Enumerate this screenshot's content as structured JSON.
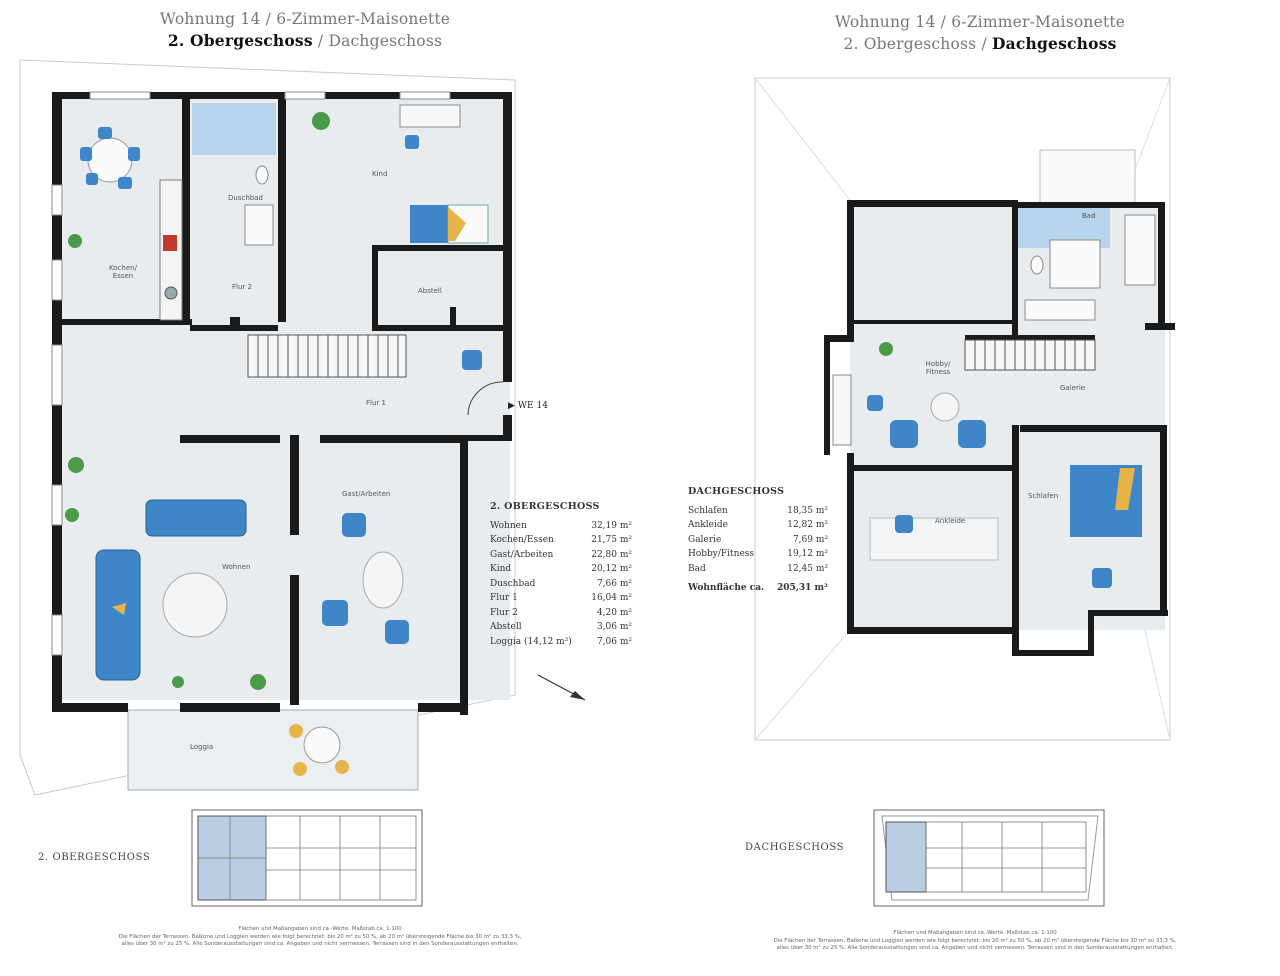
{
  "left": {
    "title_line1": "Wohnung 14 / 6-Zimmer-Maisonette",
    "title_line2_active": "2. Obergeschoss",
    "title_line2_sep": " / ",
    "title_line2_inactive": "Dachgeschoss",
    "rooms": {
      "kochen": "Kochen/ Essen",
      "duschbad": "Duschbad",
      "kind": "Kind",
      "flur2": "Flur 2",
      "abstell": "Abstell",
      "flur1": "Flur 1",
      "wohnen": "Wohnen",
      "gast": "Gast/Arbeiten",
      "loggia": "Loggia"
    },
    "entrance": "WE 14",
    "table": {
      "heading": "2. OBERGESCHOSS",
      "rows": [
        {
          "name": "Wohnen",
          "area": "32,19 m²"
        },
        {
          "name": "Kochen/Essen",
          "area": "21,75 m²"
        },
        {
          "name": "Gast/Arbeiten",
          "area": "22,80 m²"
        },
        {
          "name": "Kind",
          "area": "20,12 m²"
        },
        {
          "name": "Duschbad",
          "area": "7,66 m²"
        },
        {
          "name": "Flur 1",
          "area": "16,04 m²"
        },
        {
          "name": "Flur 2",
          "area": "4,20 m²"
        },
        {
          "name": "Abstell",
          "area": "3,06 m²"
        },
        {
          "name": "Loggia (14,12 m²)",
          "area": "7,06 m²"
        }
      ]
    },
    "keyplan_caption": "2. OBERGESCHOSS",
    "note_line1": "Flächen und Maßangaben sind ca.-Werte. Maßstab ca. 1:100",
    "note_line2": "Die Flächen der Terrassen, Balkone und Loggien werden wie folgt berechnet: bis 20 m² zu 50 %, ab 20 m² übersteigende Fläche bis 30 m² zu 33,3 %,",
    "note_line3": "alles über 30 m² zu 25 %. Alle Sonderausstattungen sind ca. Angaben und nicht vermessen. Terrassen sind in den Sonderausstattungen enthalten."
  },
  "right": {
    "title_line1": "Wohnung 14 / 6-Zimmer-Maisonette",
    "title_line2_inactive": "2. Obergeschoss",
    "title_line2_sep": " / ",
    "title_line2_active": "Dachgeschoss",
    "rooms": {
      "bad": "Bad",
      "hobby": "Hobby/ Fitness",
      "galerie": "Galerie",
      "ankleide": "Ankleide",
      "schlafen": "Schlafen"
    },
    "table": {
      "heading": "DACHGESCHOSS",
      "rows": [
        {
          "name": "Schlafen",
          "area": "18,35 m²"
        },
        {
          "name": "Ankleide",
          "area": "12,82 m²"
        },
        {
          "name": "Galerie",
          "area": "7,69 m²"
        },
        {
          "name": "Hobby/Fitness",
          "area": "19,12 m²"
        },
        {
          "name": "Bad",
          "area": "12,45 m²"
        }
      ],
      "total_label": "Wohnfläche ca.",
      "total_value": "205,31 m²"
    },
    "keyplan_caption": "DACHGESCHOSS",
    "note_line1": "Flächen und Maßangaben sind ca.-Werte. Maßstab ca. 1:100",
    "note_line2": "Die Flächen der Terrassen, Balkone und Loggien werden wie folgt berechnet: bis 20 m² zu 50 %, ab 20 m² übersteigende Fläche bis 30 m² zu 33,3 %,",
    "note_line3": "alles über 30 m² zu 25 %. Alle Sonderausstattungen sind ca. Angaben und nicht vermessen. Terrassen sind in den Sonderausstattungen enthalten."
  },
  "colors": {
    "wall": "#1a1a1a",
    "floor": "#e9ecef",
    "furniture_blue": "#3f86c9",
    "accent_yellow": "#e6b54a",
    "plant_green": "#4a9a4a",
    "keyplan_blue": "#b9cde3"
  }
}
